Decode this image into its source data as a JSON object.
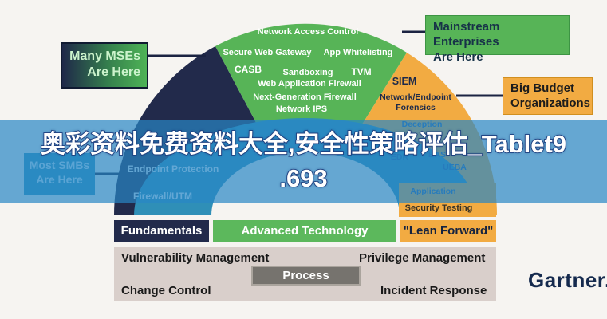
{
  "overlay_banner": {
    "line1": "奥彩资料免费资料大全,安全性策略评估_Tablet9",
    "line2": ".693"
  },
  "callouts": {
    "many_mses": {
      "line1": "Many MSEs",
      "line2": "Are Here"
    },
    "mainstream": {
      "line1": "Mainstream Enterprises",
      "line2": "Are Here"
    },
    "big_budget": {
      "line1": "Big Budget",
      "line2": "Organizations"
    },
    "most_smbs": {
      "line1": "Most SMBs",
      "line2": "Are Here"
    }
  },
  "arc": {
    "green_zone_items": [
      "Network Access Control",
      "Secure Web Gateway",
      "App Whitelisting",
      "CASB",
      "Sandboxing",
      "TVM",
      "Web Application Firewall",
      "Next-Generation Firewall",
      "Network IPS"
    ],
    "orange_zone_items": [
      "SIEM",
      "Network/Endpoint",
      "Forensics",
      "Deception",
      "EDR",
      "BAS",
      "UEBA",
      "Application",
      "Security Testing"
    ],
    "teal_zone_items": [
      "Endpoint Protection",
      "Firewall/UTM"
    ]
  },
  "bars": {
    "fundamentals": "Fundamentals",
    "advanced_technology": "Advanced Technology",
    "lean_forward": "\"Lean Forward\""
  },
  "process_panel": {
    "vulnerability_management": "Vulnerability Management",
    "privilege_management": "Privilege Management",
    "process": "Process",
    "change_control": "Change Control",
    "incident_response": "Incident Response"
  },
  "brand": "Gartner.",
  "colors": {
    "navy": "#222a4b",
    "green": "#57b457",
    "green_bar": "#5cb85c",
    "orange": "#f2ab42",
    "teal": "#2f8fb7",
    "dome": "#f6f4f1",
    "overlay_blue": "#2886c5",
    "panel_gray": "#d9cfcb",
    "process_gray": "#76736e",
    "brand_navy": "#152a4e",
    "connector": "#1b2342"
  }
}
